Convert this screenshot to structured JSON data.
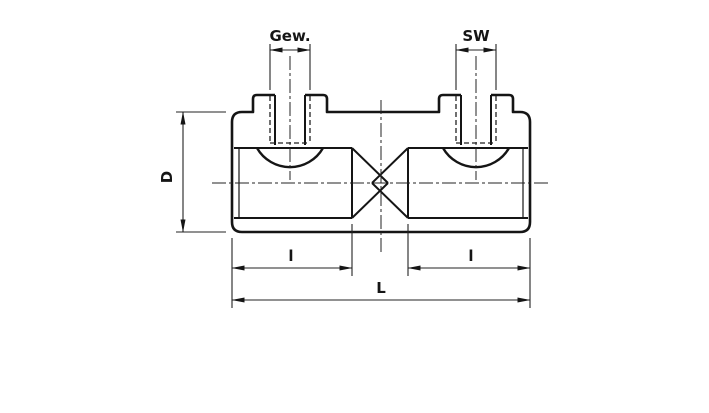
{
  "drawing": {
    "labels": {
      "thread": "Gew.",
      "wrench_size": "SW",
      "outer_diameter": "D",
      "bore_depth_left": "l",
      "bore_depth_right": "l",
      "overall_length": "L"
    },
    "colors": {
      "line": "#151515",
      "background": "#ffffff"
    }
  }
}
